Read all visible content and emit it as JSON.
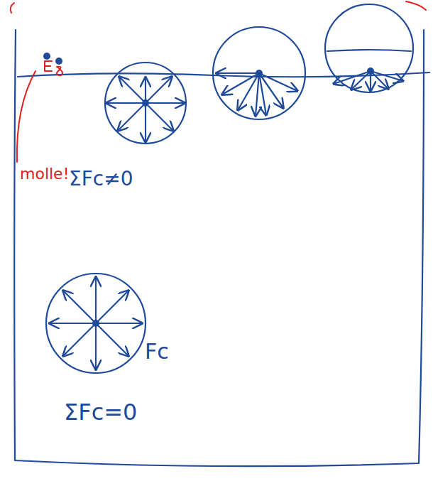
{
  "diagram": {
    "labels": [
      "molle!",
      "ΣFc≠0",
      "Fc",
      "ΣFc=0"
    ]
  }
}
